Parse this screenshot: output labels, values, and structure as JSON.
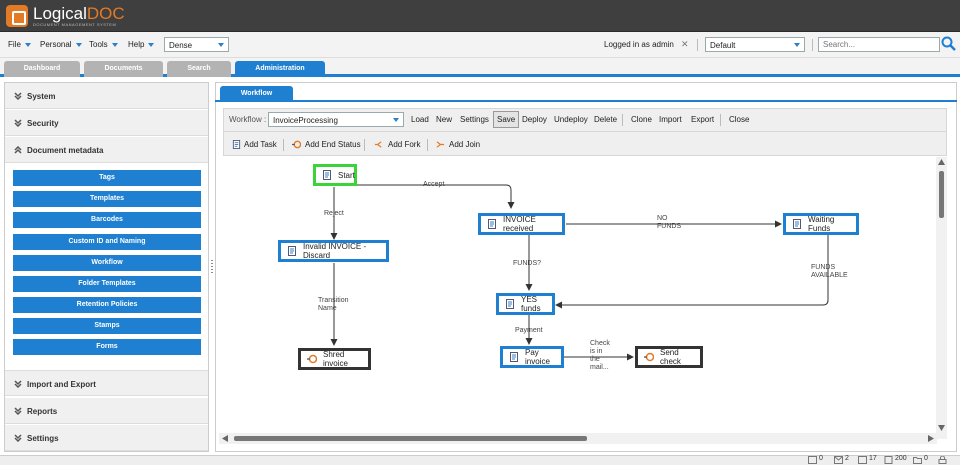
{
  "brand": {
    "name_a": "Logical",
    "name_b": "DOC",
    "tagline": "DOCUMENT MANAGEMENT SYSTEM"
  },
  "menu": {
    "file": "File",
    "personal": "Personal",
    "tools": "Tools",
    "help": "Help",
    "density": "Dense"
  },
  "session": {
    "logged_label": "Logged in as",
    "user": "admin",
    "workspace": "Default",
    "search_placeholder": "Search..."
  },
  "tabs": [
    "Dashboard",
    "Documents",
    "Search",
    "Administration"
  ],
  "sidebar": {
    "sections_top": [
      "System",
      "Security",
      "Document metadata"
    ],
    "items": [
      "Tags",
      "Templates",
      "Barcodes",
      "Custom ID and Naming",
      "Workflow",
      "Folder Templates",
      "Retention Policies",
      "Stamps",
      "Forms"
    ],
    "sections_bottom": [
      "Import and Export",
      "Reports",
      "Settings"
    ]
  },
  "workflow_tab": "Workflow",
  "toolbar": {
    "label": "Workflow :",
    "selected": "InvoiceProcessing",
    "load": "Load",
    "new": "New",
    "settings": "Settings",
    "save": "Save",
    "deploy": "Deploy",
    "undeploy": "Undeploy",
    "delete": "Delete",
    "clone": "Clone",
    "import": "Import",
    "export": "Export",
    "close": "Close"
  },
  "toolbar2": {
    "add_task": "Add Task",
    "add_end": "Add End Status",
    "add_fork": "Add Fork",
    "add_join": "Add Join"
  },
  "nodes": {
    "start": "Start",
    "invalid": "Invalid INVOICE - Discard",
    "received": "INVOICE received",
    "waiting": "Waiting Funds",
    "yes": "YES funds",
    "pay": "Pay invoice",
    "shred": "Shred invoice",
    "send": "Send check"
  },
  "edges": {
    "accept": "Accept",
    "reject": "Reject",
    "no_funds_1": "NO",
    "no_funds_2": "FUNDS",
    "funds_q": "FUNDS?",
    "funds_av_1": "FUNDS",
    "funds_av_2": "AVAILABLE",
    "trans_1": "Transition",
    "trans_2": "Name",
    "payment": "Payment",
    "check_1": "Check",
    "check_2": "is in",
    "check_3": "the",
    "check_4": "mail..."
  },
  "status": {
    "s1": "0",
    "s2": "2",
    "s3": "17",
    "s4": "200",
    "s5": "0"
  }
}
